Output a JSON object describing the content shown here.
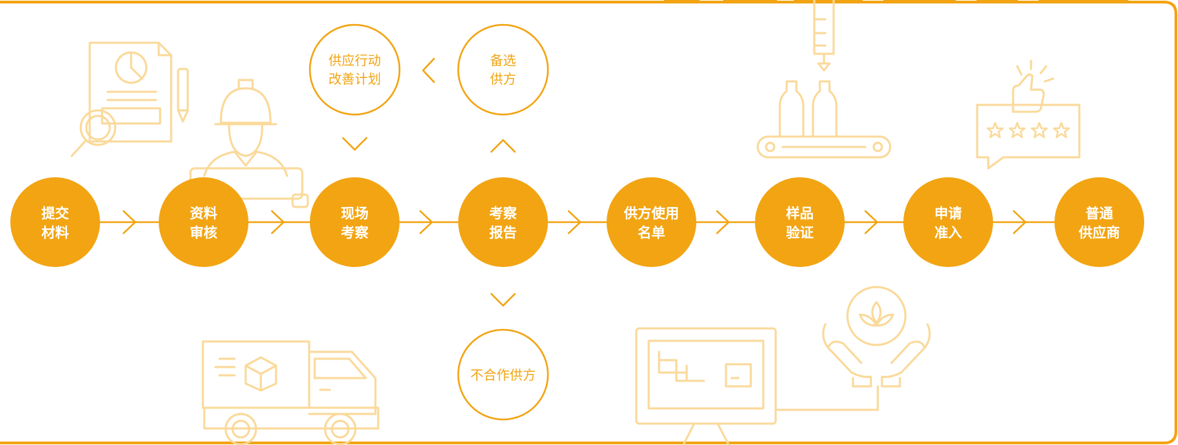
{
  "theme": {
    "accent": "#F2A412",
    "light": "#FAD99A",
    "background": "#FFFFFF"
  },
  "steps": [
    {
      "line1": "提交",
      "line2": "材料"
    },
    {
      "line1": "资料",
      "line2": "审核"
    },
    {
      "line1": "现场",
      "line2": "考察"
    },
    {
      "line1": "考察",
      "line2": "报告"
    },
    {
      "line1": "供方使用",
      "line2": "名单"
    },
    {
      "line1": "样品",
      "line2": "验证"
    },
    {
      "line1": "申请",
      "line2": "准入"
    },
    {
      "line1": "普通",
      "line2": "供应商"
    }
  ],
  "branches": {
    "improvement": {
      "line1": "供应行动",
      "line2": "改善计划"
    },
    "alternate": {
      "line1": "备选",
      "line2": "供方"
    },
    "rejected": {
      "line1": "不合作供方"
    }
  },
  "icons": [
    "document-search-icon",
    "worker-blueprint-icon",
    "conveyor-bottles-icon",
    "rating-thumbs-up-icon",
    "delivery-truck-icon",
    "monitor-plan-icon",
    "hands-plant-icon"
  ]
}
